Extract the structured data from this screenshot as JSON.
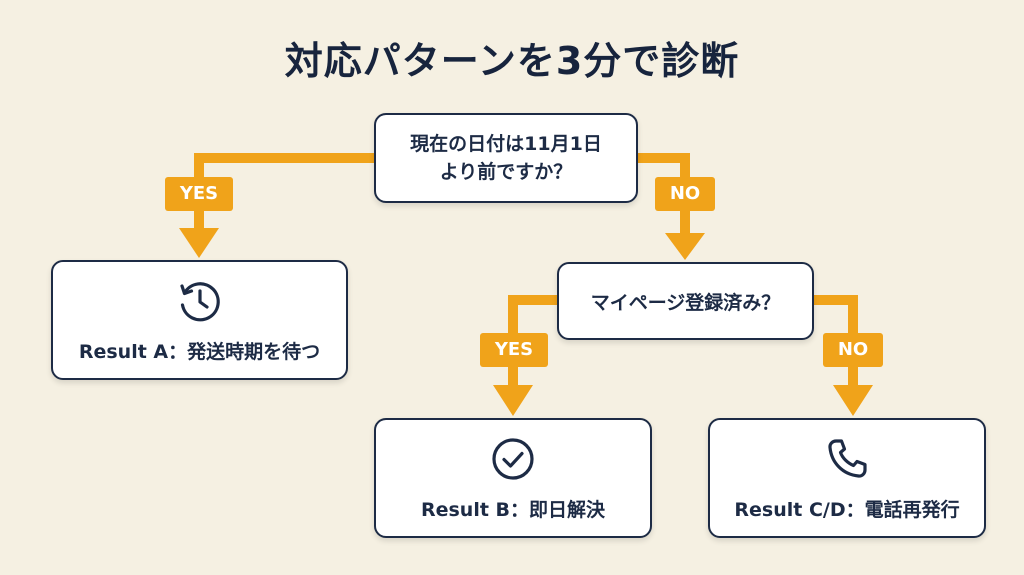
{
  "title": "対応パターンを3分で診断",
  "question1": {
    "line1": "現在の日付は11月1日",
    "line2": "より前ですか？"
  },
  "question2": {
    "text": "マイページ登録済み？"
  },
  "labels": {
    "yes": "YES",
    "no": "NO"
  },
  "results": {
    "a": {
      "text": "Result A：発送時期を待つ",
      "icon": "clock-icon"
    },
    "b": {
      "text": "Result B：即日解決",
      "icon": "check-circle-icon"
    },
    "c": {
      "text": "Result C/D：電話再発行",
      "icon": "phone-icon"
    }
  },
  "colors": {
    "background": "#f5f0e2",
    "connector": "#f0a31a",
    "box_border": "#1d2b45",
    "text": "#1d2b45"
  }
}
